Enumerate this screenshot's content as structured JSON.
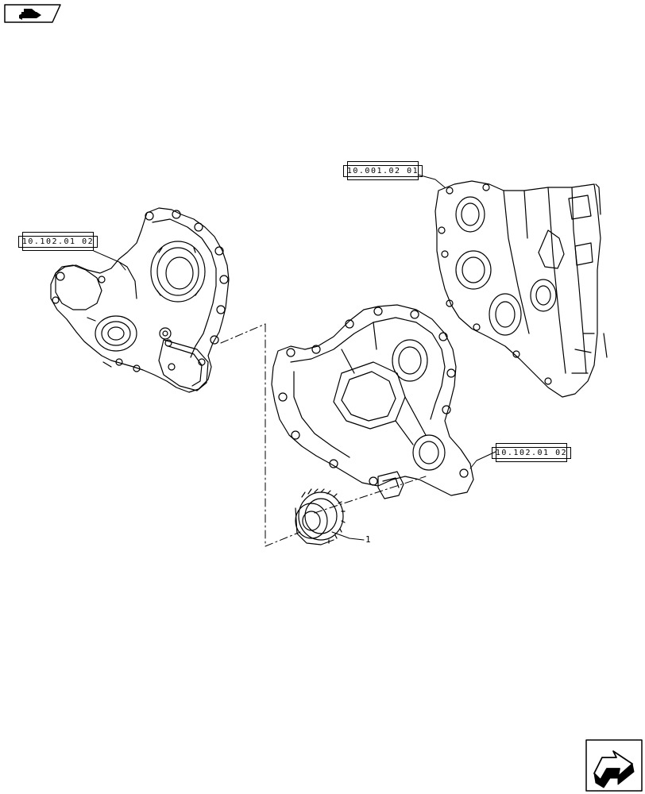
{
  "references": {
    "engine_block": "10.001.02 01",
    "front_cover": "10.102.01 02",
    "timing_housing": "10.102.01 02"
  },
  "callouts": {
    "gear": "1"
  },
  "icons": {
    "top_left": "book-arrow-icon",
    "bottom_right": "next-page-arrow-icon"
  }
}
